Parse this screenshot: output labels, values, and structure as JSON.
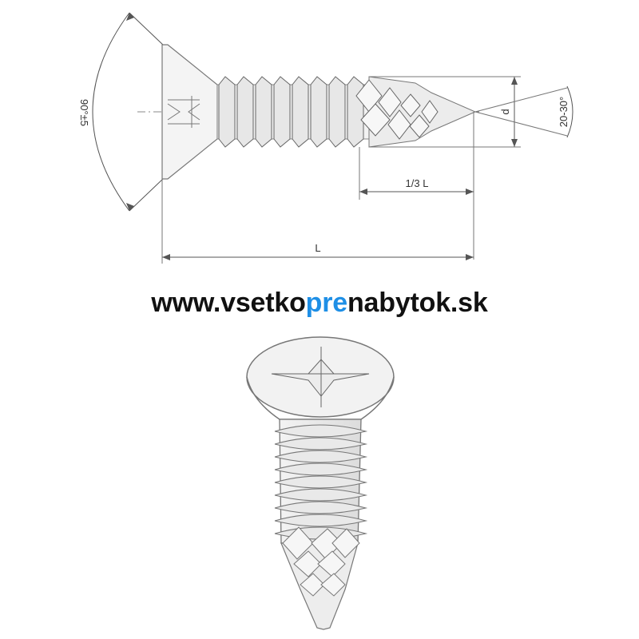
{
  "diagram": {
    "angle_head_label": "90°±5",
    "angle_tip_label": "20-30°",
    "diameter_label": "d",
    "third_length_label": "1/3 L",
    "length_label": "L"
  },
  "website": {
    "prefix": "www.vsetko",
    "highlight": "pre",
    "suffix": "nabytok.sk",
    "accent_color": "#1e8fe6"
  },
  "product": {
    "icon": "countersunk-screw-icon"
  }
}
